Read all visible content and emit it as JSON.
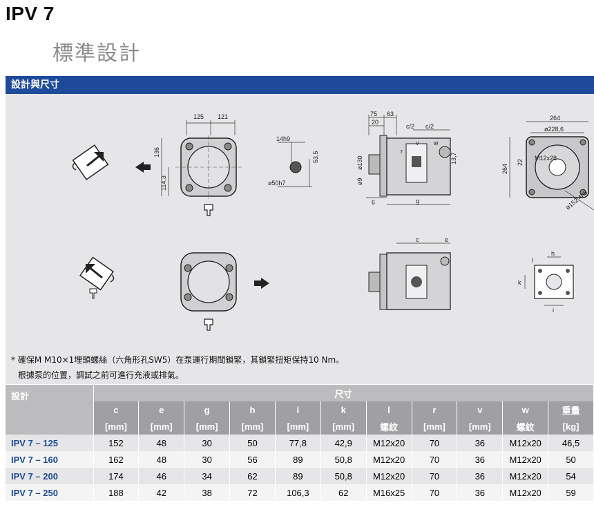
{
  "title": "IPV 7",
  "subtitle": "標準設計",
  "section": "設計與尺寸",
  "drawing_labels": {
    "d125": "125",
    "d121": "121",
    "d136": "136",
    "d114": "114,3",
    "d14h9": "14h9",
    "d53": "53,5",
    "d50h7": "ø50h7",
    "d75": "75",
    "d63": "63",
    "d20": "20",
    "dc2a": "c/2",
    "dc2b": "c/2",
    "dv": "v",
    "dr": "r",
    "dw": "w",
    "dg": "g",
    "d6": "6",
    "d13": "13,7",
    "d130": "ø130",
    "d9": "ø9",
    "d264a": "264",
    "d228": "ø228,6",
    "dM12": "M12x28",
    "d22": "22",
    "d264b": "264",
    "d152": "ø152,4h8",
    "dc": "c",
    "de": "e",
    "dh": "h",
    "dl": "l",
    "dk": "k",
    "di": "i"
  },
  "notes": [
    "* 確保M M10×1埋頭螺絲（六角形孔SW5）在泵運行期間鎖緊，其鎖緊扭矩保持10 Nm。",
    "根據泵的位置，調試之前可進行充液或排氣。"
  ],
  "table": {
    "design_header": "設計",
    "dims_header": "尺寸",
    "columns": [
      "c",
      "e",
      "g",
      "h",
      "i",
      "k",
      "l",
      "r",
      "v",
      "w",
      "重量"
    ],
    "units": [
      "[mm]",
      "[mm]",
      "[mm]",
      "[mm]",
      "[mm]",
      "[mm]",
      "螺紋",
      "[mm]",
      "[mm]",
      "螺紋",
      "[kg]"
    ],
    "rows": [
      {
        "model": "IPV 7 – 125",
        "values": [
          "152",
          "48",
          "30",
          "50",
          "77,8",
          "42,9",
          "M12x20",
          "70",
          "36",
          "M12x20",
          "46,5"
        ]
      },
      {
        "model": "IPV 7 – 160",
        "values": [
          "162",
          "48",
          "30",
          "56",
          "89",
          "50,8",
          "M12x20",
          "70",
          "36",
          "M12x20",
          "50"
        ]
      },
      {
        "model": "IPV 7 – 200",
        "values": [
          "174",
          "46",
          "34",
          "62",
          "89",
          "50,8",
          "M12x20",
          "70",
          "36",
          "M12x20",
          "54"
        ]
      },
      {
        "model": "IPV 7 – 250",
        "values": [
          "188",
          "42",
          "38",
          "72",
          "106,3",
          "62",
          "M16x25",
          "70",
          "36",
          "M12x20",
          "59"
        ]
      }
    ]
  }
}
